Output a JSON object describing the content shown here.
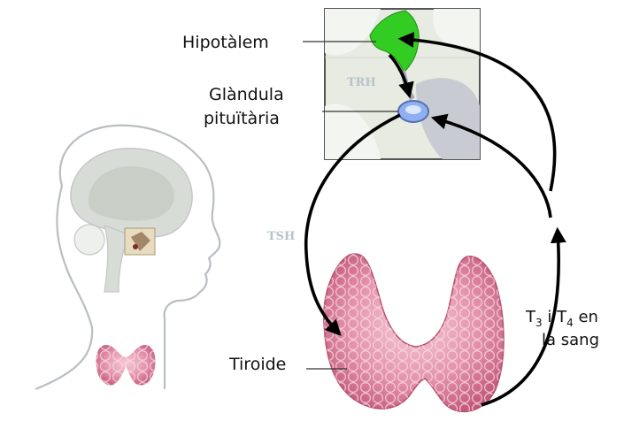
{
  "labels": {
    "hypothalamus": "Hipotàlem",
    "pituitary_line1": "Glàndula",
    "pituitary_line2": "pituïtària",
    "thyroid": "Tiroide",
    "trh": "TRH",
    "tsh": "TSH",
    "hormones_t3": "T",
    "hormones_t3_sub": "3",
    "hormones_i": " i T",
    "hormones_t4_sub": "4",
    "hormones_en": " en",
    "hormones_line2": "la sang"
  },
  "colors": {
    "hypothalamus": "#33cc22",
    "pituitary": "#8fb0f0",
    "thyroid": "#e08aa6",
    "thyroid_dark": "#b84d6e",
    "brain": "#d8dcd6",
    "arrow": "#000000"
  }
}
